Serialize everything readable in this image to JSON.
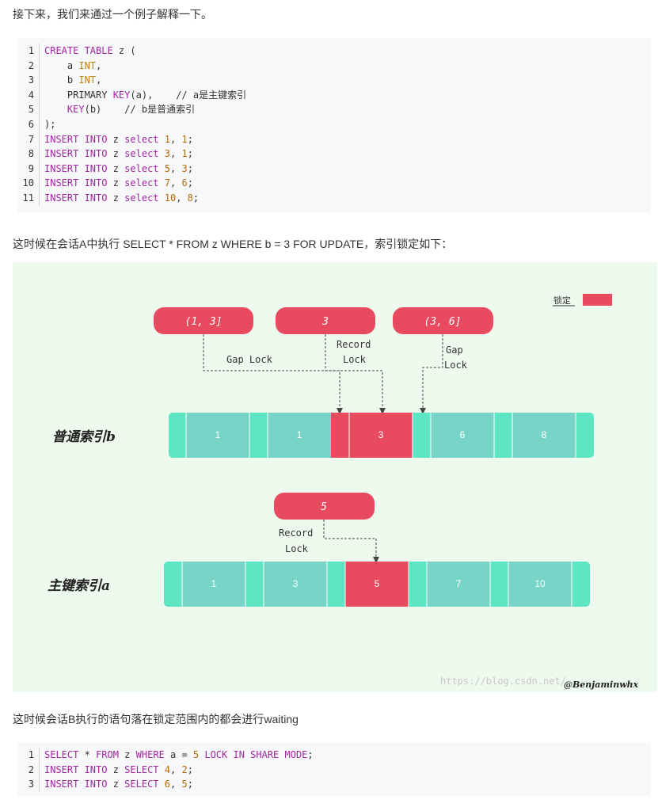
{
  "intro_text": "接下来，我们来通过一个例子解释一下。",
  "session_a_text": "这时候在会话A中执行 SELECT * FROM z WHERE b = 3 FOR UPDATE，索引锁定如下：",
  "session_b_text": "这时候会话B执行的语句落在锁定范围内的都会进行waiting",
  "code1": {
    "line_numbers": [
      "1",
      "2",
      "3",
      "4",
      "5",
      "6",
      "7",
      "8",
      "9",
      "10",
      "11"
    ],
    "lines": [
      [
        [
          "kw",
          "CREATE TABLE"
        ],
        [
          "pl",
          " z ("
        ]
      ],
      [
        [
          "pl",
          "    a "
        ],
        [
          "ty",
          "INT"
        ],
        [
          "pl",
          ","
        ]
      ],
      [
        [
          "pl",
          "    b "
        ],
        [
          "ty",
          "INT"
        ],
        [
          "pl",
          ","
        ]
      ],
      [
        [
          "pl",
          "    PRIMARY "
        ],
        [
          "kw",
          "KEY"
        ],
        [
          "pl",
          "(a),    "
        ],
        [
          "cm",
          "// a是主键索引"
        ]
      ],
      [
        [
          "pl",
          "    "
        ],
        [
          "kw",
          "KEY"
        ],
        [
          "pl",
          "(b)    "
        ],
        [
          "cm",
          "// b是普通索引"
        ]
      ],
      [
        [
          "pl",
          ");"
        ]
      ],
      [
        [
          "kw",
          "INSERT INTO"
        ],
        [
          "pl",
          " z "
        ],
        [
          "kw",
          "select"
        ],
        [
          "pl",
          " "
        ],
        [
          "nu",
          "1"
        ],
        [
          "pl",
          ", "
        ],
        [
          "nu",
          "1"
        ],
        [
          "pl",
          ";"
        ]
      ],
      [
        [
          "kw",
          "INSERT INTO"
        ],
        [
          "pl",
          " z "
        ],
        [
          "kw",
          "select"
        ],
        [
          "pl",
          " "
        ],
        [
          "nu",
          "3"
        ],
        [
          "pl",
          ", "
        ],
        [
          "nu",
          "1"
        ],
        [
          "pl",
          ";"
        ]
      ],
      [
        [
          "kw",
          "INSERT INTO"
        ],
        [
          "pl",
          " z "
        ],
        [
          "kw",
          "select"
        ],
        [
          "pl",
          " "
        ],
        [
          "nu",
          "5"
        ],
        [
          "pl",
          ", "
        ],
        [
          "nu",
          "3"
        ],
        [
          "pl",
          ";"
        ]
      ],
      [
        [
          "kw",
          "INSERT INTO"
        ],
        [
          "pl",
          " z "
        ],
        [
          "kw",
          "select"
        ],
        [
          "pl",
          " "
        ],
        [
          "nu",
          "7"
        ],
        [
          "pl",
          ", "
        ],
        [
          "nu",
          "6"
        ],
        [
          "pl",
          ";"
        ]
      ],
      [
        [
          "kw",
          "INSERT INTO"
        ],
        [
          "pl",
          " z "
        ],
        [
          "kw",
          "select"
        ],
        [
          "pl",
          " "
        ],
        [
          "nu",
          "10"
        ],
        [
          "pl",
          ", "
        ],
        [
          "nu",
          "8"
        ],
        [
          "pl",
          ";"
        ]
      ]
    ]
  },
  "code2": {
    "line_numbers": [
      "1",
      "2",
      "3"
    ],
    "lines": [
      [
        [
          "kw",
          "SELECT"
        ],
        [
          "pl",
          " * "
        ],
        [
          "kw",
          "FROM"
        ],
        [
          "pl",
          " z "
        ],
        [
          "kw",
          "WHERE"
        ],
        [
          "pl",
          " a = "
        ],
        [
          "nu",
          "5"
        ],
        [
          "pl",
          " "
        ],
        [
          "kw",
          "LOCK IN SHARE MODE"
        ],
        [
          "pl",
          ";"
        ]
      ],
      [
        [
          "kw",
          "INSERT INTO"
        ],
        [
          "pl",
          " z "
        ],
        [
          "kw",
          "SELECT"
        ],
        [
          "pl",
          " "
        ],
        [
          "nu",
          "4"
        ],
        [
          "pl",
          ", "
        ],
        [
          "nu",
          "2"
        ],
        [
          "pl",
          ";"
        ]
      ],
      [
        [
          "kw",
          "INSERT INTO"
        ],
        [
          "pl",
          " z "
        ],
        [
          "kw",
          "SELECT"
        ],
        [
          "pl",
          " "
        ],
        [
          "nu",
          "6"
        ],
        [
          "pl",
          ", "
        ],
        [
          "nu",
          "5"
        ],
        [
          "pl",
          ";"
        ]
      ]
    ]
  },
  "diagram": {
    "colors": {
      "locked": "#e84a5f",
      "cell": "#78d4c6",
      "gap": "#5ee6c4",
      "background": "#effaee"
    },
    "legend_label": "锁定",
    "ranges": {
      "left": "(1, 3]",
      "middle": "3",
      "right": "(3, 6]"
    },
    "b_annotations": {
      "gap_lock": "Gap Lock",
      "record": "Record",
      "lock": "Lock",
      "gap": "Gap",
      "lock2": "Lock"
    },
    "b_index_label": "普通索引b",
    "b_values": [
      "1",
      "1",
      "3",
      "6",
      "8"
    ],
    "a_range": "5",
    "a_annotations": {
      "record": "Record",
      "lock": "Lock"
    },
    "a_index_label": "主键索引a",
    "a_values": [
      "1",
      "3",
      "5",
      "7",
      "10"
    ],
    "watermark": "https://blog.csdn.net/",
    "signature": "@Benjaminwhx"
  }
}
